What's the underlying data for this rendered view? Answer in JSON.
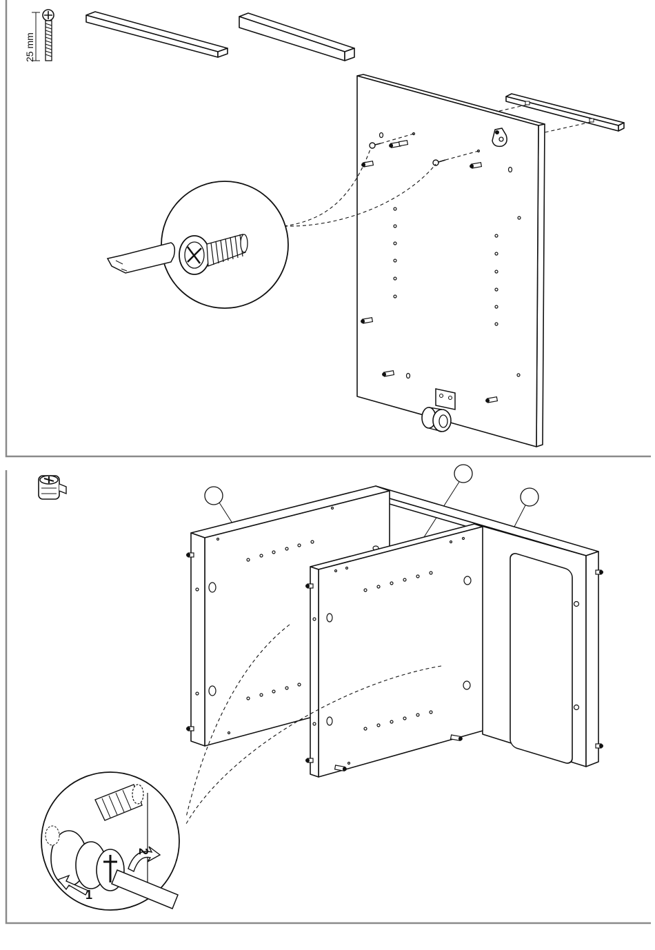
{
  "step_top": {
    "screw_length_label": "25 mm"
  },
  "step_bottom": {
    "rotation_step_1": "1",
    "rotation_step_2": "2"
  }
}
